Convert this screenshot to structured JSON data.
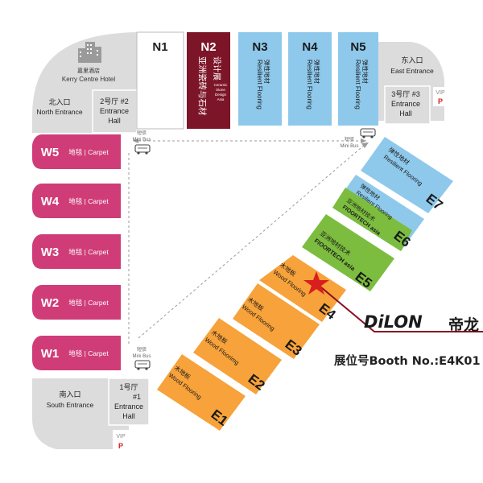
{
  "colors": {
    "gray_area": "#dcdcdc",
    "carpet": "#cf3c78",
    "resilient": "#8ec9ec",
    "design": "#7d1528",
    "wood": "#f7a23a",
    "floortech": "#7cbd3f",
    "star": "#d81e1e",
    "pointer": "#8a1020"
  },
  "buildings": {
    "hotel": {
      "cn": "嘉里酒店",
      "en": "Kerry Centre Hotel"
    }
  },
  "entrances": {
    "north": {
      "cn": "北入口",
      "en": "North Entrance"
    },
    "east": {
      "cn": "东入口",
      "en": "East Entrance"
    },
    "south": {
      "cn": "南入口",
      "en": "South Entrance"
    }
  },
  "entrance_halls": {
    "hall2": {
      "line1": "2号厅 #2",
      "line2": "Entrance",
      "line3": "Hall"
    },
    "hall3": {
      "line1": "3号厅 #3",
      "line2": "Entrance",
      "line3": "Hall"
    },
    "hall1": {
      "line1": "1号厅",
      "line2": "#1",
      "line3": "Entrance",
      "line4": "Hall"
    }
  },
  "vip": {
    "label": "VIP",
    "parking": "P"
  },
  "minibus": {
    "cn": "短驳",
    "en": "Mini Bus"
  },
  "halls": {
    "N1": {
      "name": "N1"
    },
    "N2": {
      "name": "N2",
      "cn1": "设计展",
      "cn2": "亚洲瓷砖与石材",
      "en1": "Ceramic",
      "en2": "Stone",
      "en3": "Design",
      "en4": "Asia"
    },
    "N3": {
      "name": "N3",
      "cn": "弹性地材",
      "en": "Resilient Flooring"
    },
    "N4": {
      "name": "N4",
      "cn": "弹性地材",
      "en": "Resilient Flooring"
    },
    "N5": {
      "name": "N5",
      "cn": "弹性地材",
      "en": "Resilient Flooring"
    },
    "W5": {
      "name": "W5",
      "label": "地毯 | Carpet"
    },
    "W4": {
      "name": "W4",
      "label": "地毯 | Carpet"
    },
    "W3": {
      "name": "W3",
      "label": "地毯 | Carpet"
    },
    "W2": {
      "name": "W2",
      "label": "地毯 | Carpet"
    },
    "W1": {
      "name": "W1",
      "label": "地毯 | Carpet"
    },
    "E7": {
      "name": "E7",
      "cn": "弹性地材",
      "en": "Resilient Flooring"
    },
    "E6": {
      "name": "E6",
      "cn1": "弹性地材",
      "en1": "Resilient Flooring",
      "cn2": "亚洲地材技术",
      "en2": "FlOORTECH asia"
    },
    "E5": {
      "name": "E5",
      "cn": "亚洲地材技术",
      "en": "FlOORTECH asia"
    },
    "E4": {
      "name": "E4",
      "cn": "木地板",
      "en": "Wood Flooring"
    },
    "E3": {
      "name": "E3",
      "cn": "木地板",
      "en": "Wood Flooring"
    },
    "E2": {
      "name": "E2",
      "cn": "木地板",
      "en": "Wood Floorimg"
    },
    "E1": {
      "name": "E1",
      "cn": "木地板",
      "en": "Wood Flooring"
    }
  },
  "exhibitor": {
    "logo_text": "DiLON",
    "logo_cn": "帝龙",
    "booth": "展位号Booth No.:E4K01"
  }
}
